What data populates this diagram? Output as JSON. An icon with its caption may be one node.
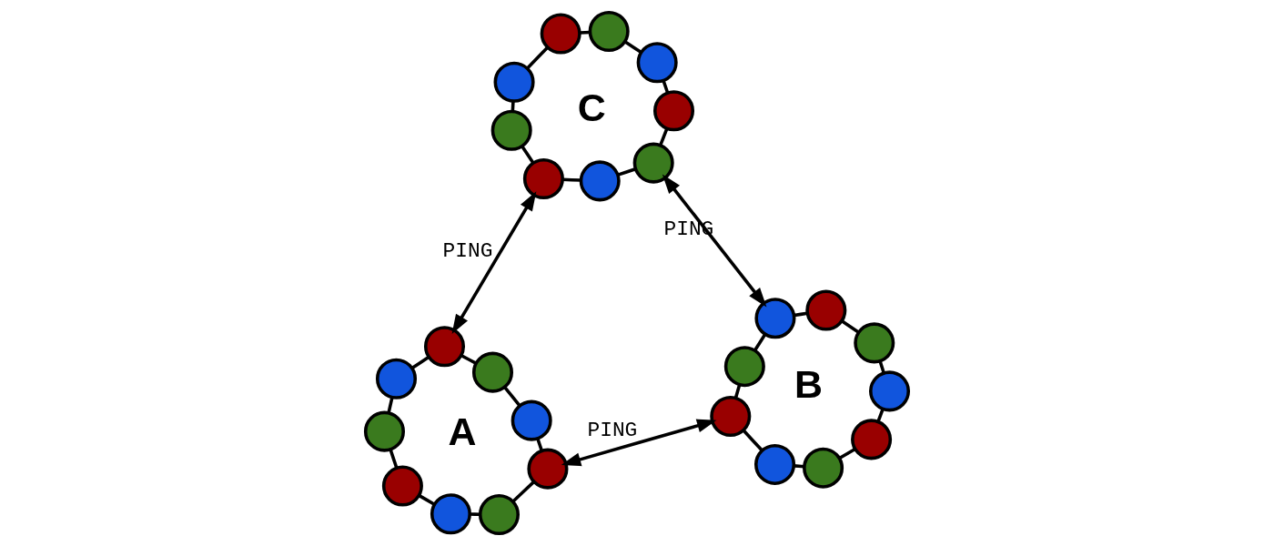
{
  "diagram": {
    "nodes": [
      {
        "text": [],
        "shape": "circle"
      },
      {
        "text": [],
        "shape": "circle"
      },
      {
        "text": [],
        "shape": "circle"
      },
      {
        "text": [],
        "shape": "circle"
      },
      {
        "text": [],
        "shape": "circle"
      },
      {
        "text": [],
        "shape": "circle"
      },
      {
        "text": [],
        "shape": "circle"
      },
      {
        "text": [],
        "shape": "circle"
      },
      {
        "text": [],
        "shape": "circle"
      },
      {
        "text": [],
        "shape": "circle"
      },
      {
        "text": [],
        "shape": "circle"
      },
      {
        "text": [],
        "shape": "circle"
      },
      {
        "text": [],
        "shape": "circle"
      },
      {
        "text": [],
        "shape": "circle"
      },
      {
        "text": [],
        "shape": "circle"
      },
      {
        "text": [],
        "shape": "circle"
      },
      {
        "text": [],
        "shape": "circle"
      },
      {
        "text": [],
        "shape": "circle"
      },
      {
        "text": [],
        "shape": "circle"
      },
      {
        "text": [],
        "shape": "circle"
      },
      {
        "text": [],
        "shape": "circle"
      },
      {
        "text": [],
        "shape": "circle"
      },
      {
        "text": [],
        "shape": "circle"
      },
      {
        "text": [],
        "shape": "circle"
      },
      {
        "text": [],
        "shape": "circle"
      },
      {
        "text": [],
        "shape": "circle"
      },
      {
        "text": [],
        "shape": "circle"
      }
    ],
    "edges": [
      {
        "from": 0,
        "to": 1,
        "arrow": "none"
      },
      {
        "from": 1,
        "to": 2,
        "arrow": "none"
      },
      {
        "from": 2,
        "to": 3,
        "arrow": "none"
      },
      {
        "from": 3,
        "to": 4,
        "arrow": "none"
      },
      {
        "from": 4,
        "to": 5,
        "arrow": "none"
      },
      {
        "from": 5,
        "to": 6,
        "arrow": "none"
      },
      {
        "from": 6,
        "to": 7,
        "arrow": "none"
      },
      {
        "from": 7,
        "to": 8,
        "arrow": "none"
      },
      {
        "from": 8,
        "to": 0,
        "arrow": "none"
      },
      {
        "from": 9,
        "to": 10,
        "arrow": "none"
      },
      {
        "from": 10,
        "to": 11,
        "arrow": "none"
      },
      {
        "from": 11,
        "to": 12,
        "arrow": "none"
      },
      {
        "from": 12,
        "to": 13,
        "arrow": "none"
      },
      {
        "from": 13,
        "to": 14,
        "arrow": "none"
      },
      {
        "from": 14,
        "to": 15,
        "arrow": "none"
      },
      {
        "from": 15,
        "to": 16,
        "arrow": "none"
      },
      {
        "from": 16,
        "to": 17,
        "arrow": "none"
      },
      {
        "from": 17,
        "to": 9,
        "arrow": "none"
      },
      {
        "from": 18,
        "to": 19,
        "arrow": "none"
      },
      {
        "from": 19,
        "to": 20,
        "arrow": "none"
      },
      {
        "from": 20,
        "to": 21,
        "arrow": "none"
      },
      {
        "from": 21,
        "to": 22,
        "arrow": "none"
      },
      {
        "from": 22,
        "to": 23,
        "arrow": "none"
      },
      {
        "from": 23,
        "to": 24,
        "arrow": "none"
      },
      {
        "from": 24,
        "to": 25,
        "arrow": "none"
      },
      {
        "from": 25,
        "to": 26,
        "arrow": "none"
      },
      {
        "from": 26,
        "to": 18,
        "arrow": "none"
      },
      {
        "from": 6,
        "to": 9,
        "arrow": "both",
        "label": "PING"
      },
      {
        "from": 3,
        "to": 18,
        "arrow": "both",
        "label": "PING"
      },
      {
        "from": 11,
        "to": 25,
        "arrow": "both",
        "label": "PING"
      }
    ],
    "labels": [
      "A",
      "B",
      "C"
    ]
  }
}
